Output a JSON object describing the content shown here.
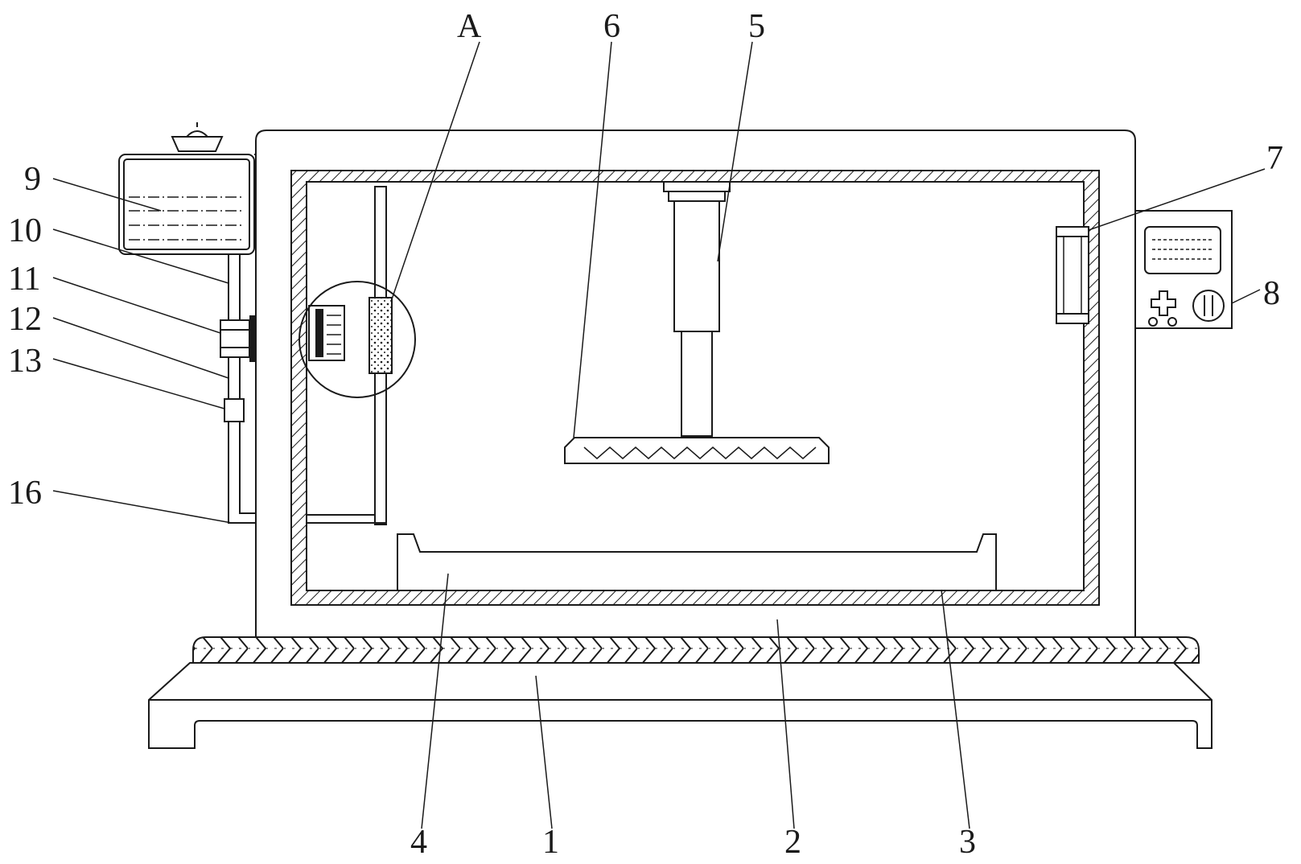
{
  "labels": {
    "A": "A",
    "n6": "6",
    "n5": "5",
    "n7": "7",
    "n8": "8",
    "n9": "9",
    "n10": "10",
    "n11": "11",
    "n12": "12",
    "n13": "13",
    "n16": "16",
    "n4": "4",
    "n1": "1",
    "n2": "2",
    "n3": "3"
  }
}
